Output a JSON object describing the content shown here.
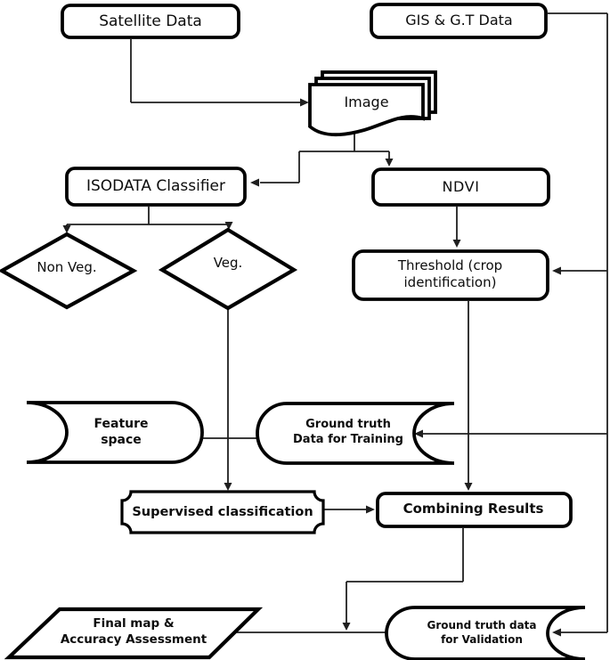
{
  "colors": {
    "shape_stroke": "#000000",
    "shape_fill": "#ffffff",
    "connector": "#1f1f1f",
    "text": "#0d0d0d"
  },
  "nodes": {
    "satellite": {
      "shape": "rounded-rect",
      "label": "Satellite Data"
    },
    "gis": {
      "shape": "rounded-rect",
      "label": "GIS & G.T Data"
    },
    "image": {
      "shape": "multi-document",
      "label": "Image"
    },
    "isodata": {
      "shape": "rounded-rect",
      "label": "ISODATA Classifier"
    },
    "ndvi": {
      "shape": "rounded-rect",
      "label": "NDVI"
    },
    "non_veg": {
      "shape": "diamond",
      "label": "Non Veg."
    },
    "veg": {
      "shape": "diamond",
      "label": "Veg."
    },
    "threshold": {
      "shape": "rounded-rect",
      "lines": [
        "Threshold (crop",
        "identification)"
      ]
    },
    "feature_space": {
      "shape": "stored-data",
      "lines": [
        "Feature",
        "space"
      ]
    },
    "gt_training": {
      "shape": "stored-data",
      "lines": [
        "Ground truth",
        "Data for Training"
      ]
    },
    "supervised": {
      "shape": "plaque",
      "label": "Supervised classification"
    },
    "combining": {
      "shape": "rounded-rect",
      "label": "Combining Results"
    },
    "final_map": {
      "shape": "parallelogram",
      "lines": [
        "Final map &",
        "Accuracy Assessment"
      ]
    },
    "gt_validation": {
      "shape": "stored-data",
      "lines": [
        "Ground truth data",
        "for Validation"
      ]
    }
  }
}
